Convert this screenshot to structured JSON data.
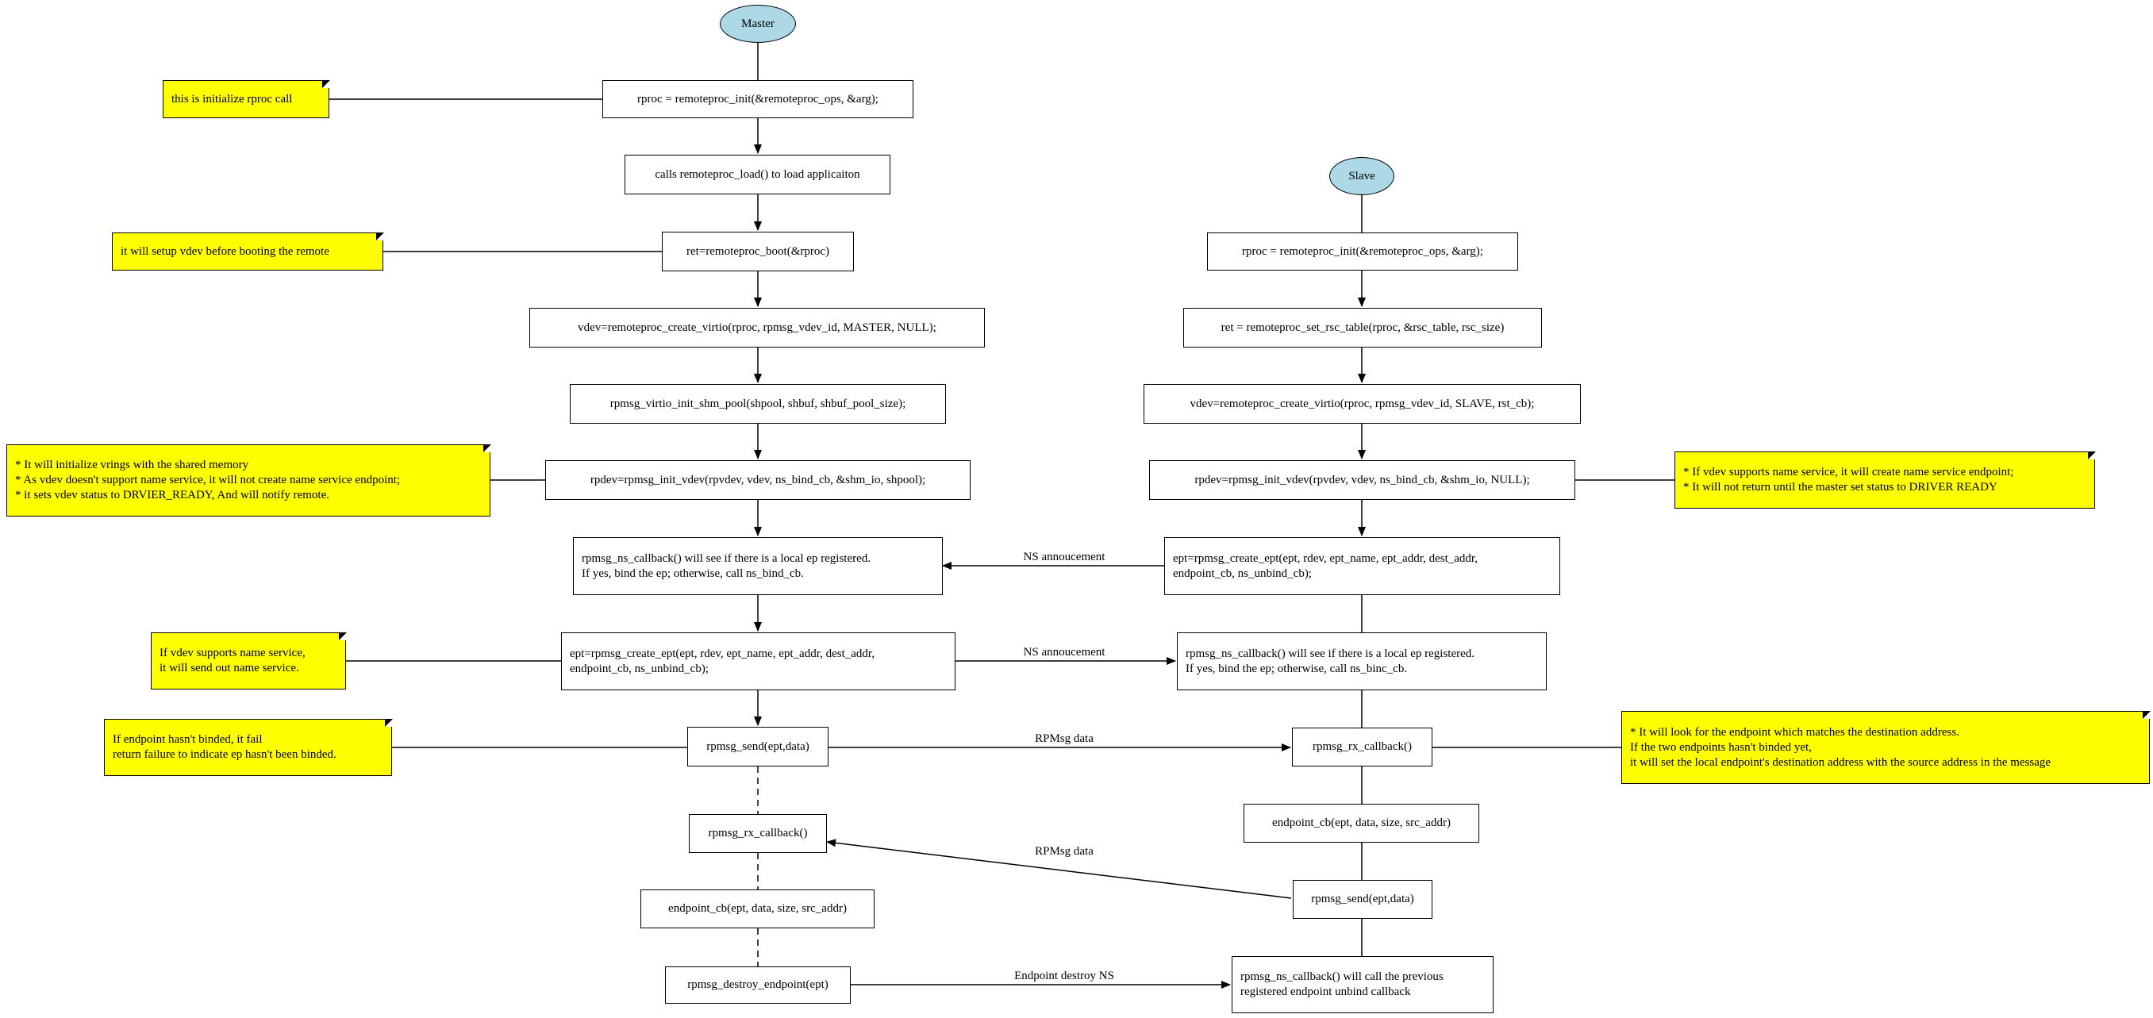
{
  "master": {
    "start": "Master",
    "init": "rproc = remoteproc_init(&remoteproc_ops, &arg);",
    "load": "calls remoteproc_load() to load applicaiton",
    "boot": "ret=remoteproc_boot(&rproc)",
    "create_virtio": "vdev=remoteproc_create_virtio(rproc, rpmsg_vdev_id, MASTER, NULL);",
    "shm_pool": "rpmsg_virtio_init_shm_pool(shpool, shbuf, shbuf_pool_size);",
    "init_vdev": "rpdev=rpmsg_init_vdev(rpvdev, vdev, ns_bind_cb, &shm_io, shpool);",
    "ns_callback": "rpmsg_ns_callback() will see if there is a local ep registered.\nIf yes, bind the ep; otherwise, call ns_bind_cb.",
    "create_ept": "ept=rpmsg_create_ept(ept, rdev, ept_name, ept_addr, dest_addr,\nendpoint_cb, ns_unbind_cb);",
    "send": "rpmsg_send(ept,data)",
    "rx_callback": "rpmsg_rx_callback()",
    "endpoint_cb": "endpoint_cb(ept, data, size, src_addr)",
    "destroy": "rpmsg_destroy_endpoint(ept)"
  },
  "slave": {
    "start": "Slave",
    "init": "rproc = remoteproc_init(&remoteproc_ops, &arg);",
    "set_rsc": "ret = remoteproc_set_rsc_table(rproc, &rsc_table, rsc_size)",
    "create_virtio": "vdev=remoteproc_create_virtio(rproc, rpmsg_vdev_id, SLAVE, rst_cb);",
    "init_vdev": "rpdev=rpmsg_init_vdev(rpvdev, vdev, ns_bind_cb, &shm_io, NULL);",
    "create_ept": "ept=rpmsg_create_ept(ept, rdev, ept_name, ept_addr, dest_addr,\nendpoint_cb, ns_unbind_cb);",
    "ns_callback": "rpmsg_ns_callback() will see if there is a local ep registered.\nIf yes, bind the ep; otherwise, call ns_binc_cb.",
    "rx_callback": "rpmsg_rx_callback()",
    "endpoint_cb": "endpoint_cb(ept, data, size, src_addr)",
    "send": "rpmsg_send(ept,data)",
    "ns_unbind": "rpmsg_ns_callback() will call the previous\nregistered endpoint unbind callback"
  },
  "notes": {
    "init_note": "this is initialize rproc call",
    "boot_note": "it will setup vdev before booting the remote",
    "master_vdev_note": "* It will initialize vrings with the shared memory\n* As vdev doesn't support name service, it will not create name service endpoint;\n* it sets vdev status to DRVIER_READY, And will notify remote.",
    "slave_vdev_note": "* If vdev supports name service, it will create name service endpoint;\n* It will not return until the master set status to DRIVER READY",
    "ept_note": "If vdev supports name service,\nit will send out name service.",
    "send_note": "If endpoint hasn't binded, it fail\nreturn failure to indicate ep hasn't been binded.",
    "rx_note": "* It will look for the endpoint which matches the destination address.\nIf the two endpoints hasn't binded yet,\nit will set the local endpoint's destination address with the source address in the message"
  },
  "edge_labels": {
    "ns_announce_1": "NS annoucement",
    "ns_announce_2": "NS annoucement",
    "rpmsg_data_1": "RPMsg data",
    "rpmsg_data_2": "RPMsg data",
    "destroy_ns": "Endpoint destroy NS"
  },
  "colors": {
    "start_fill": "#add8e6",
    "note_fill": "#ffff00",
    "line": "#000000"
  }
}
